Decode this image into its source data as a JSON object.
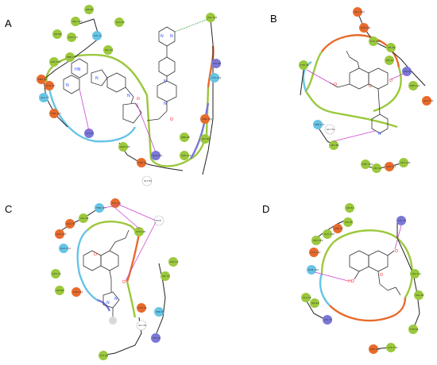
{
  "figure": {
    "panels": [
      {
        "id": "A",
        "label": "A",
        "residues": [
          "ILE 85",
          "VAL 124",
          "ALA 98",
          "LYS 72",
          "ILE 86",
          "LEU 171",
          "GLY 22",
          "PHE 24",
          "LEU 153",
          "MET 45",
          "GLU 44",
          "ALA 77",
          "THR 107",
          "LYS 83",
          "ASP 108",
          "PHE 91",
          "GLU 181",
          "ASP 179",
          "GLY 82",
          "VAL 148",
          "LYS 88",
          "CYS 149",
          "ASN 129",
          "GLY 80",
          "SER 88"
        ],
        "atoms": [
          "HN",
          "N",
          "N",
          "N",
          "O",
          "N",
          "N",
          "O",
          "N",
          "N"
        ]
      },
      {
        "id": "B",
        "label": "B",
        "residues": [
          "GLU 153",
          "ASP 184",
          "CYS 183",
          "ILE 38",
          "ILE 91",
          "LYS 84",
          "PHE 101",
          "ALA 182",
          "SER 172",
          "GLY 69",
          "LEU 85",
          "MET 169",
          "LEU 62",
          "ASP 142",
          "LEU 126",
          "TYR 36"
        ],
        "atoms": [
          "O",
          "O",
          "O",
          "N"
        ]
      },
      {
        "id": "C",
        "label": "C",
        "residues": [
          "THR 127",
          "VAL 69",
          "LYS 101",
          "GLU 98",
          "ALA 122",
          "GLU 134",
          "LEU 70",
          "ILE 68",
          "ASP 145",
          "CYS 106",
          "LEU 12",
          "ILE 72",
          "SER 88",
          "LYS 33",
          "TYR 33",
          "GLY 95",
          "LYS 88",
          "HOH"
        ],
        "atoms": [
          "O",
          "O",
          "N",
          "N"
        ]
      },
      {
        "id": "D",
        "label": "D",
        "residues": [
          "ILE 81",
          "LYS 85",
          "ASP 37",
          "GLU 130",
          "LEU 128",
          "CYS 132",
          "GLN 113",
          "ALA 46",
          "ILE 82",
          "LYS 76",
          "LEU 111",
          "VAL 98",
          "TYR 56",
          "ASP 168",
          "CYS 103"
        ],
        "atoms": [
          "O",
          "O",
          "HO"
        ]
      }
    ]
  }
}
